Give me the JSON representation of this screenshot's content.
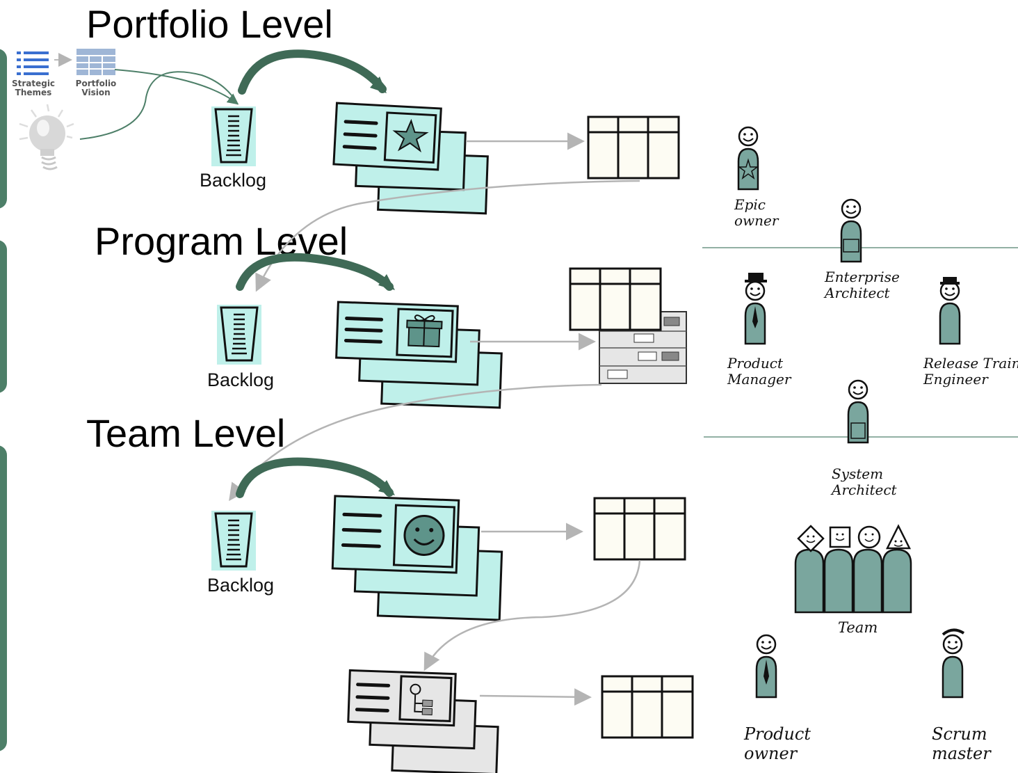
{
  "levels": {
    "portfolio": "Portfolio Level",
    "program": "Program Level",
    "team": "Team Level"
  },
  "backlog_label": "Backlog",
  "inputs": {
    "strategic_themes": "Strategic Themes",
    "portfolio_vision": "Portfolio Vision"
  },
  "roles": {
    "epic_owner": [
      "Epic",
      "owner"
    ],
    "enterprise_architect": [
      "Enterprise",
      "Architect"
    ],
    "product_manager": [
      "Product",
      "Manager"
    ],
    "release_train_engineer": [
      "Release Train",
      "Engineer"
    ],
    "system_architect": [
      "System",
      "Architect"
    ],
    "team": "Team",
    "product_owner": [
      "Product",
      "owner"
    ],
    "scrum_master": [
      "Scrum",
      "master"
    ]
  },
  "colors": {
    "accent_green": "#4d7f68",
    "card_fill": "#bff0ea",
    "figure_fill": "#7aa69e",
    "arrow_gray": "#b4b4b4",
    "board_fill": "#fdfcf3"
  }
}
